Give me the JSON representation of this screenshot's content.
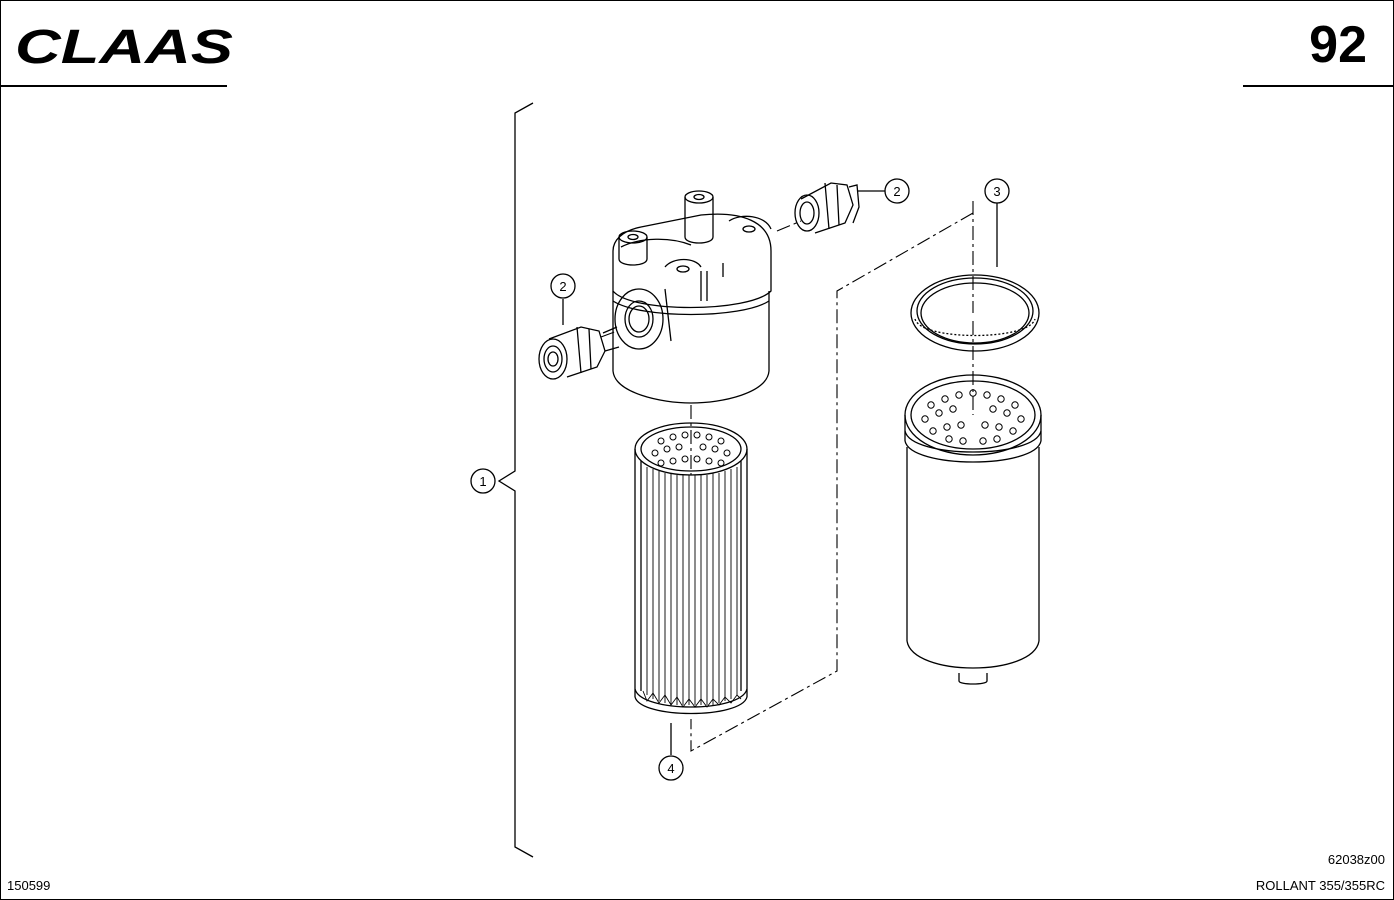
{
  "header": {
    "brand": "CLAAS",
    "page_number": "92"
  },
  "callouts": [
    {
      "id": "1"
    },
    {
      "id": "2"
    },
    {
      "id": "2"
    },
    {
      "id": "3"
    },
    {
      "id": "4"
    }
  ],
  "footer": {
    "date_code": "150599",
    "drawing_code": "62038z00",
    "model": "ROLLANT 355/355RC"
  },
  "colors": {
    "line": "#000000",
    "background": "#ffffff"
  }
}
